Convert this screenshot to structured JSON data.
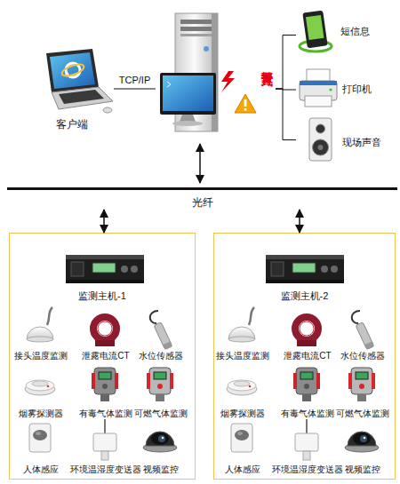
{
  "diagram": {
    "nodes": [
      {
        "text": [
          "客户端"
        ]
      },
      {
        "text": [
          "报警方式"
        ]
      },
      {
        "text": [
          "短信息"
        ]
      },
      {
        "text": [
          "打印机"
        ]
      },
      {
        "text": [
          "现场声音"
        ]
      },
      {
        "text": [
          "光纤"
        ]
      },
      {
        "text": [
          "监测主机-1"
        ]
      },
      {
        "text": [
          "接头温度监测"
        ],
        "in": 6
      },
      {
        "text": [
          "泄露电流CT"
        ],
        "in": 6
      },
      {
        "text": [
          "水位传感器"
        ],
        "in": 6
      },
      {
        "text": [
          "烟雾探测器"
        ],
        "in": 6
      },
      {
        "text": [
          "有毒气体监测"
        ],
        "in": 6
      },
      {
        "text": [
          "可燃气体监测"
        ],
        "in": 6
      },
      {
        "text": [
          "人体感应"
        ],
        "in": 6
      },
      {
        "text": [
          "环境温湿度变送器"
        ],
        "in": 6
      },
      {
        "text": [
          "视频监控"
        ],
        "in": 6
      },
      {
        "text": [
          "监测主机-2"
        ]
      },
      {
        "text": [
          "接头温度监测"
        ],
        "in": 16
      },
      {
        "text": [
          "泄露电流CT"
        ],
        "in": 16
      },
      {
        "text": [
          "水位传感器"
        ],
        "in": 16
      },
      {
        "text": [
          "烟雾探测器"
        ],
        "in": 16
      },
      {
        "text": [
          "有毒气体监测"
        ],
        "in": 16
      },
      {
        "text": [
          "可燃气体监测"
        ],
        "in": 16
      },
      {
        "text": [
          "人体感应"
        ],
        "in": 16
      },
      {
        "text": [
          "环境温湿度变送器"
        ],
        "in": 16
      },
      {
        "text": [
          "视频监控"
        ],
        "in": 16
      }
    ],
    "edges": [
      {
        "from": 0,
        "to": 1,
        "label": "TCP/IP",
        "arrow": "none"
      },
      {
        "from": 1,
        "to": 2,
        "arrow": "none"
      },
      {
        "from": 1,
        "to": 3,
        "arrow": "none"
      },
      {
        "from": 1,
        "to": 4,
        "arrow": "none"
      },
      {
        "from": 1,
        "to": 5,
        "arrow": "both"
      },
      {
        "from": 5,
        "to": 6,
        "arrow": "both"
      },
      {
        "from": 5,
        "to": 16,
        "arrow": "both"
      }
    ]
  }
}
